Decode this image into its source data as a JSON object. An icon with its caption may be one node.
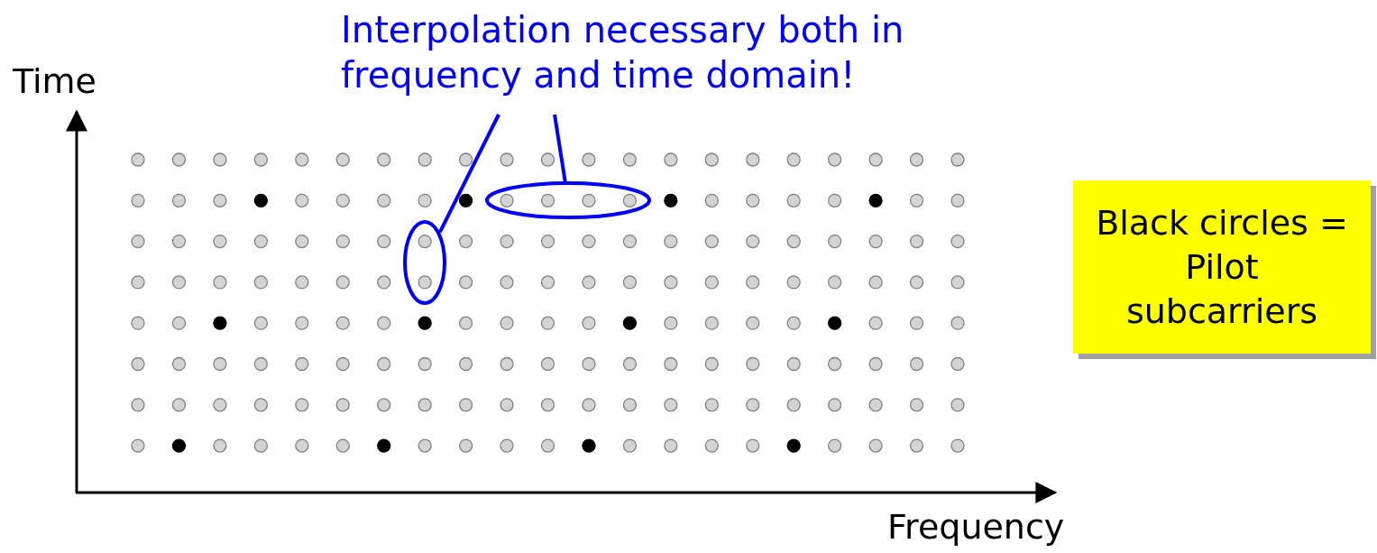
{
  "diagram": {
    "nodes": [
      {
        "text": [
          "Interpolation necessary both in frequency and time domain!"
        ]
      },
      {
        "text": [],
        "shape": "ellipse"
      },
      {
        "text": [],
        "shape": "ellipse"
      },
      {
        "text": [
          "Black circles = Pilot subcarriers"
        ]
      }
    ],
    "edges": [
      {
        "from": 0,
        "to": 1,
        "arrow": "none",
        "color": "#0000ff"
      },
      {
        "from": 0,
        "to": 2,
        "arrow": "none",
        "color": "#0000ff"
      }
    ],
    "labels": [
      "Time",
      "Frequency"
    ]
  }
}
